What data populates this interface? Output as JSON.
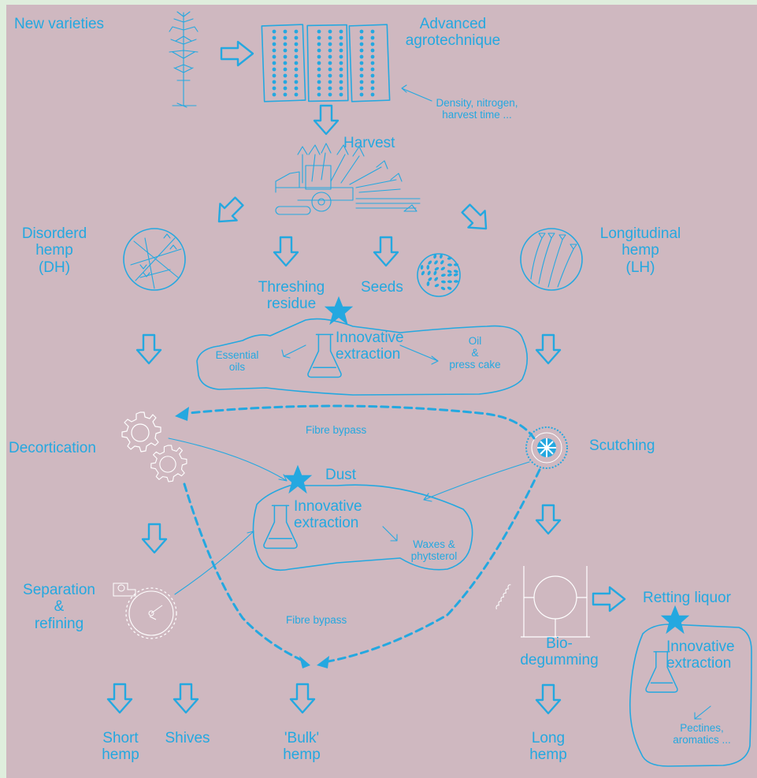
{
  "colors": {
    "background": "#cfb8c0",
    "frame": "#dfeedd",
    "accent": "#24a8e0"
  },
  "labels": {
    "new_varieties": "New varieties",
    "advanced_agrotechnique": "Advanced\nagrotechnique",
    "density_note": "Density, nitrogen,\nharvest time ...",
    "harvest": "Harvest",
    "disordered_hemp": "Disorderd\nhemp\n(DH)",
    "longitudinal_hemp": "Longitudinal\nhemp\n(LH)",
    "threshing_residue": "Threshing\nresidue",
    "seeds": "Seeds",
    "innovative_extraction_1": "Innovative\nextraction",
    "essential_oils": "Essential\noils",
    "oil_press_cake": "Oil\n&\npress cake",
    "fibre_bypass_top": "Fibre bypass",
    "decortication": "Decortication",
    "scutching": "Scutching",
    "dust": "Dust",
    "innovative_extraction_2": "Innovative\nextraction",
    "waxes_phytsterol": "Waxes &\nphytsterol",
    "separation_refining": "Separation\n&\nrefining",
    "fibre_bypass_bottom": "Fibre bypass",
    "retting_liquor": "Retting liquor",
    "bio_degumming": "Bio-\ndegumming",
    "innovative_extraction_3": "Innovative\nextraction",
    "pectines_aromatics": "Pectines,\naromatics ...",
    "short_hemp": "Short\nhemp",
    "shives": "Shives",
    "bulk_hemp": "'Bulk'\nhemp",
    "long_hemp": "Long\nhemp"
  },
  "icons": [
    "hemp-plant-icon",
    "field-plots-icon",
    "tractor-harvester-icon",
    "disordered-fibre-icon",
    "longitudinal-fibre-icon",
    "seeds-icon",
    "flask-icon",
    "star-icon",
    "gear-icon",
    "scutching-turbine-icon",
    "separator-drum-icon",
    "degumming-tank-icon",
    "hollow-down-arrow-icon"
  ]
}
